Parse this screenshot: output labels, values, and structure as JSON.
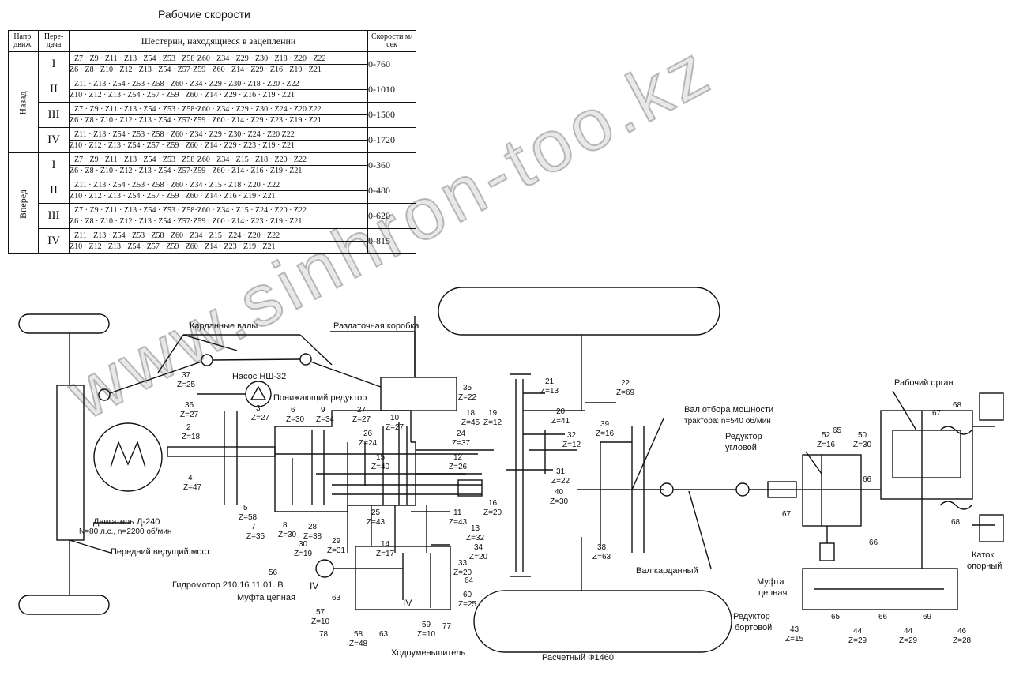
{
  "table": {
    "title": "Рабочие скорости",
    "headers": {
      "direction": "Напр. движ.",
      "gear": "Пере-дача",
      "gears": "Шестерни, находящиеся в зацеплении",
      "speed": "Скорости м/сек"
    },
    "groups": [
      {
        "direction": "Назад",
        "rows": [
          {
            "gear": "I",
            "num": "Z7 · Z9 · Z11 · Z13 · Z54 · Z53 · Z58·Z60 · Z34 · Z29 · Z30 · Z18 · Z20 · Z22",
            "den": "Z6 · Z8 · Z10 · Z12 · Z13 · Z54 · Z57·Z59 · Z60 · Z14 · Z29 · Z16 · Z19 · Z21",
            "speed": "0-760"
          },
          {
            "gear": "II",
            "num": "Z11 · Z13 · Z54 · Z53 · Z58 · Z60 · Z34 · Z29 · Z30 · Z18 · Z20 · Z22",
            "den": "Z10 · Z12 · Z13 · Z54 · Z57 · Z59 · Z60 · Z14 · Z29 · Z16 · Z19 · Z21",
            "speed": "0-1010"
          },
          {
            "gear": "III",
            "num": "Z7 · Z9 · Z11 · Z13 · Z54 · Z53 · Z58·Z60 · Z34 · Z29 · Z30 · Z24 · Z20 Z22",
            "den": "Z6 · Z8 · Z10 · Z12 · Z13 · Z54 · Z57·Z59 · Z60 · Z14 · Z29 · Z23 · Z19 · Z21",
            "speed": "0-1500"
          },
          {
            "gear": "IV",
            "num": "Z11 · Z13 · Z54 · Z53 · Z58 · Z60 · Z34 · Z29 · Z30 · Z24 · Z20 Z22",
            "den": "Z10 · Z12 · Z13 · Z54 · Z57 · Z59 · Z60 · Z14 · Z29 · Z23 · Z19 · Z21",
            "speed": "0-1720"
          }
        ]
      },
      {
        "direction": "Вперед",
        "rows": [
          {
            "gear": "I",
            "num": "Z7 · Z9 · Z11 · Z13 · Z54 · Z53 · Z58·Z60 · Z34 · Z15 · Z18 · Z20 · Z22",
            "den": "Z6 · Z8 · Z10 · Z12 · Z13 · Z54 · Z57·Z59 · Z60 · Z14 · Z16 · Z19 · Z21",
            "speed": "0-360"
          },
          {
            "gear": "II",
            "num": "Z11 · Z13 · Z54 · Z53 · Z58 · Z60 · Z34 · Z15 · Z18 · Z20 · Z22",
            "den": "Z10 · Z12 · Z13 · Z54 · Z57 · Z59 · Z60 · Z14 · Z16 · Z19 · Z21",
            "speed": "0-480"
          },
          {
            "gear": "III",
            "num": "Z7 · Z9 · Z11 · Z13 · Z54 · Z53 · Z58·Z60 · Z34 · Z15 · Z24 · Z20 · Z22",
            "den": "Z6 · Z8 · Z10 · Z12 · Z13 · Z54 · Z57·Z59 · Z60 · Z14 · Z23 · Z19 · Z21",
            "speed": "0-620"
          },
          {
            "gear": "IV",
            "num": "Z11 · Z13 · Z54 · Z53 · Z58 · Z60 · Z34 · Z15 · Z24 · Z20 · Z22",
            "den": "Z10 · Z12 · Z13 · Z54 · Z57 · Z59 · Z60 · Z14 · Z23 · Z19 · Z21",
            "speed": "0-815"
          }
        ]
      }
    ]
  },
  "labels": {
    "cardan_shafts": "Карданные валы",
    "transfer_box": "Раздаточная коробка",
    "pump": "Насос НШ-32",
    "reducer_down": "Понижающий редуктор",
    "engine": "Двигатель Д-240",
    "engine_params": "N=80 л.с., n=2200 об/мин",
    "front_axle": "Передний ведущий мост",
    "hydromotor": "Гидромотор 210.16.11.01. В",
    "chain_coupling": "Муфта цепная",
    "creeper": "Ходоуменьшитель",
    "calc_diameter": "Расчетный Ф1460",
    "cardan_shaft": "Вал карданный",
    "pto": "Вал отбора мощности",
    "pto_speed": "трактора: n=540 об/мин",
    "angle_reducer": "Редуктор угловой",
    "working_body": "Рабочий орган",
    "support_roller": "Каток опорный",
    "chain_coupling_2": "Муфта цепная",
    "side_reducer": "Редуктор бортовой",
    "roman_four": "IV",
    "watermark": "www.sinhron-too.kz"
  },
  "parts": [
    {
      "n": "37",
      "z": "Z=25"
    },
    {
      "n": "36",
      "z": "Z=27"
    },
    {
      "n": "2",
      "z": "Z=18"
    },
    {
      "n": "4",
      "z": "Z=47"
    },
    {
      "n": "5",
      "z": "Z=58"
    },
    {
      "n": "7",
      "z": "Z=35"
    },
    {
      "n": "3",
      "z": "Z=27"
    },
    {
      "n": "6",
      "z": "Z=30"
    },
    {
      "n": "9",
      "z": "Z=34"
    },
    {
      "n": "27",
      "z": "Z=27"
    },
    {
      "n": "10",
      "z": "Z=27"
    },
    {
      "n": "26",
      "z": "Z=24"
    },
    {
      "n": "15",
      "z": "Z=40"
    },
    {
      "n": "8",
      "z": "Z=30"
    },
    {
      "n": "28",
      "z": "Z=38"
    },
    {
      "n": "35",
      "z": "Z=22"
    },
    {
      "n": "18",
      "z": "Z=45"
    },
    {
      "n": "19",
      "z": "Z=12"
    },
    {
      "n": "24",
      "z": "Z=37"
    },
    {
      "n": "12",
      "z": "Z=26"
    },
    {
      "n": "21",
      "z": "Z=13"
    },
    {
      "n": "20",
      "z": "Z=41"
    },
    {
      "n": "22",
      "z": "Z=69"
    },
    {
      "n": "32",
      "z": "Z=12"
    },
    {
      "n": "31",
      "z": "Z=22"
    },
    {
      "n": "39",
      "z": "Z=16"
    },
    {
      "n": "40",
      "z": "Z=30"
    },
    {
      "n": "38",
      "z": "Z=63"
    },
    {
      "n": "16",
      "z": "Z=20"
    },
    {
      "n": "11",
      "z": "Z=43"
    },
    {
      "n": "13",
      "z": "Z=32"
    },
    {
      "n": "25",
      "z": "Z=43"
    },
    {
      "n": "34",
      "z": "Z=20"
    },
    {
      "n": "30",
      "z": "Z=19"
    },
    {
      "n": "29",
      "z": "Z=31"
    },
    {
      "n": "14",
      "z": "Z=17"
    },
    {
      "n": "33",
      "z": "Z=20"
    },
    {
      "n": "64",
      "z": ""
    },
    {
      "n": "60",
      "z": "Z=25"
    },
    {
      "n": "57",
      "z": "Z=10"
    },
    {
      "n": "78",
      "z": ""
    },
    {
      "n": "58",
      "z": "Z=48"
    },
    {
      "n": "59",
      "z": "Z=10"
    },
    {
      "n": "77",
      "z": ""
    },
    {
      "n": "56",
      "z": ""
    },
    {
      "n": "63",
      "z": ""
    },
    {
      "n": "52",
      "z": "Z=16"
    },
    {
      "n": "50",
      "z": "Z=30"
    },
    {
      "n": "43",
      "z": "Z=15"
    },
    {
      "n": "44",
      "z": "Z=29"
    },
    {
      "n": "46",
      "z": "Z=28"
    }
  ],
  "marks": {
    "m65": "65",
    "m66": "66",
    "m67": "67",
    "m68": "68",
    "m69": "69"
  }
}
